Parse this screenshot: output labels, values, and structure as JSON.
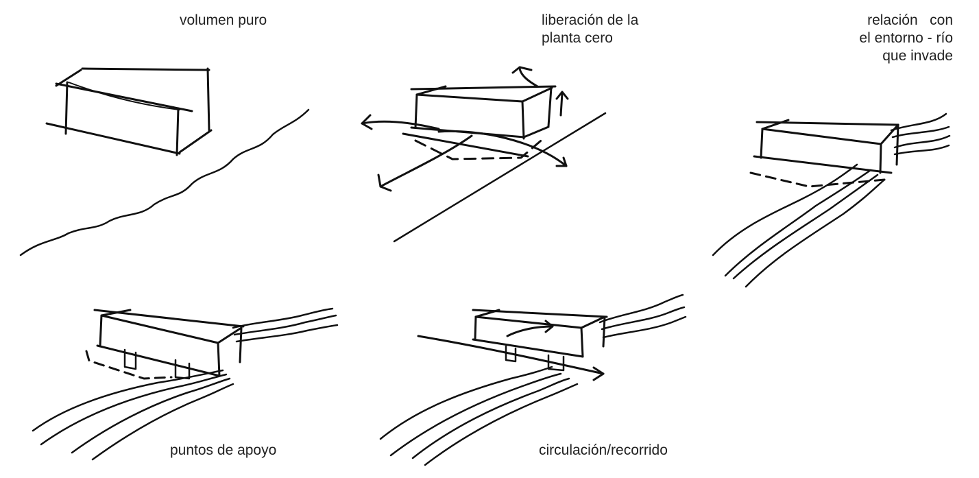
{
  "captions": {
    "volumen_puro": "volumen puro",
    "liberacion_line1": "liberación de la",
    "liberacion_line2": "planta cero",
    "relacion_line1": "relación   con",
    "relacion_line2": "el entorno - río",
    "relacion_line3": "que invade",
    "puntos_de_apoyo": "puntos de apoyo",
    "circulacion": "circulación/recorrido"
  },
  "colors": {
    "ink": "#111111",
    "text": "#222222",
    "paper": "#ffffff"
  }
}
